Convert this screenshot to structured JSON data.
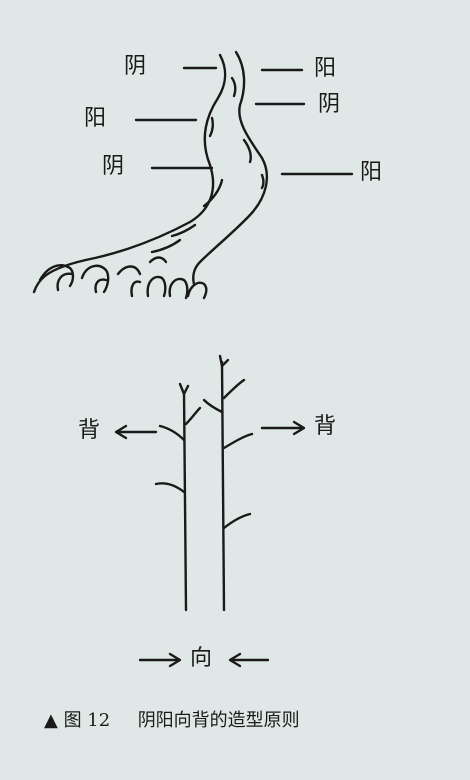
{
  "trunk_labels": {
    "left_top": "阴",
    "left_mid": "阳",
    "left_low": "阴",
    "right_top": "阳",
    "right_mid": "阴",
    "right_low": "阳"
  },
  "branch_labels": {
    "back_left": "背",
    "back_right": "背",
    "facing": "向"
  },
  "caption": {
    "marker": "▲",
    "figure_ref": "图 12",
    "title": "阴阳向背的造型原则"
  },
  "colors": {
    "ink": "#1a1a1a",
    "paper": "#dfe8e6"
  }
}
